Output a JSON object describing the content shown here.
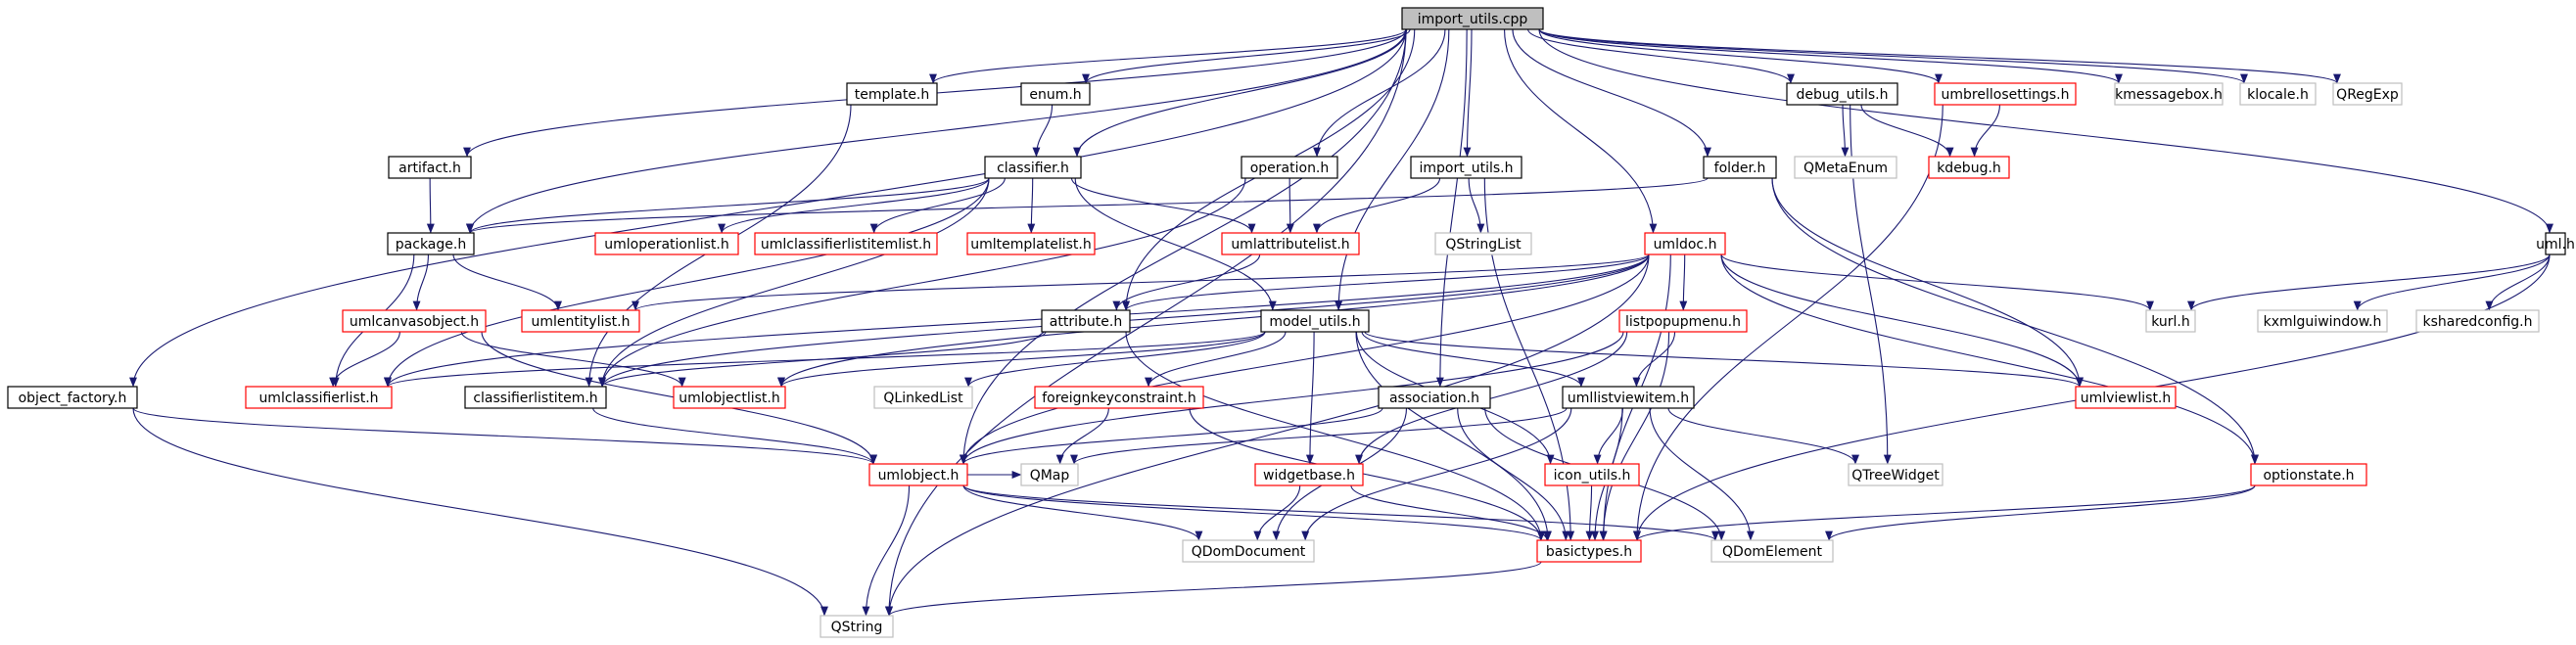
{
  "graph": {
    "root": "import_utils.cpp",
    "colors": {
      "root_fill": "#bfbfbf",
      "local_border": "#000000",
      "incomplete_border": "#ff0000",
      "system_border": "#bfbfbf",
      "edge": "#191970"
    },
    "nodes": [
      {
        "id": "import_utils_cpp",
        "label": "import_utils.cpp",
        "kind": "root"
      },
      {
        "id": "template_h",
        "label": "template.h",
        "kind": "local"
      },
      {
        "id": "enum_h",
        "label": "enum.h",
        "kind": "local"
      },
      {
        "id": "debug_utils_h",
        "label": "debug_utils.h",
        "kind": "local"
      },
      {
        "id": "umbrellosettings_h",
        "label": "umbrellosettings.h",
        "kind": "incomplete"
      },
      {
        "id": "kmessagebox_h",
        "label": "kmessagebox.h",
        "kind": "system"
      },
      {
        "id": "klocale_h",
        "label": "klocale.h",
        "kind": "system"
      },
      {
        "id": "qregexp",
        "label": "QRegExp",
        "kind": "system"
      },
      {
        "id": "artifact_h",
        "label": "artifact.h",
        "kind": "local"
      },
      {
        "id": "classifier_h",
        "label": "classifier.h",
        "kind": "local"
      },
      {
        "id": "operation_h",
        "label": "operation.h",
        "kind": "local"
      },
      {
        "id": "import_utils_h",
        "label": "import_utils.h",
        "kind": "local"
      },
      {
        "id": "folder_h",
        "label": "folder.h",
        "kind": "local"
      },
      {
        "id": "qmetaenum",
        "label": "QMetaEnum",
        "kind": "system"
      },
      {
        "id": "kdebug_h",
        "label": "kdebug.h",
        "kind": "incomplete"
      },
      {
        "id": "package_h",
        "label": "package.h",
        "kind": "local"
      },
      {
        "id": "umloperationlist_h",
        "label": "umloperationlist.h",
        "kind": "incomplete"
      },
      {
        "id": "umlclassifierlistitemlist_h",
        "label": "umlclassifierlistitemlist.h",
        "kind": "incomplete"
      },
      {
        "id": "umltemplatelist_h",
        "label": "umltemplatelist.h",
        "kind": "incomplete"
      },
      {
        "id": "umlattributelist_h",
        "label": "umlattributelist.h",
        "kind": "incomplete"
      },
      {
        "id": "qstringlist",
        "label": "QStringList",
        "kind": "system"
      },
      {
        "id": "umldoc_h",
        "label": "umldoc.h",
        "kind": "incomplete"
      },
      {
        "id": "uml_h",
        "label": "uml.h",
        "kind": "local"
      },
      {
        "id": "umlcanvasobject_h",
        "label": "umlcanvasobject.h",
        "kind": "incomplete"
      },
      {
        "id": "umlentitylist_h",
        "label": "umlentitylist.h",
        "kind": "incomplete"
      },
      {
        "id": "attribute_h",
        "label": "attribute.h",
        "kind": "local"
      },
      {
        "id": "model_utils_h",
        "label": "model_utils.h",
        "kind": "local"
      },
      {
        "id": "listpopupmenu_h",
        "label": "listpopupmenu.h",
        "kind": "incomplete"
      },
      {
        "id": "kurl_h",
        "label": "kurl.h",
        "kind": "system"
      },
      {
        "id": "kxmlguiwindow_h",
        "label": "kxmlguiwindow.h",
        "kind": "system"
      },
      {
        "id": "ksharedconfig_h",
        "label": "ksharedconfig.h",
        "kind": "system"
      },
      {
        "id": "object_factory_h",
        "label": "object_factory.h",
        "kind": "local"
      },
      {
        "id": "umlclassifierlist_h",
        "label": "umlclassifierlist.h",
        "kind": "incomplete"
      },
      {
        "id": "classifierlistitem_h",
        "label": "classifierlistitem.h",
        "kind": "local"
      },
      {
        "id": "umlobjectlist_h",
        "label": "umlobjectlist.h",
        "kind": "incomplete"
      },
      {
        "id": "qlinkedlist",
        "label": "QLinkedList",
        "kind": "system"
      },
      {
        "id": "foreignkeyconstraint_h",
        "label": "foreignkeyconstraint.h",
        "kind": "incomplete"
      },
      {
        "id": "association_h",
        "label": "association.h",
        "kind": "local"
      },
      {
        "id": "umllistviewitem_h",
        "label": "umllistviewitem.h",
        "kind": "local"
      },
      {
        "id": "umlviewlist_h",
        "label": "umlviewlist.h",
        "kind": "incomplete"
      },
      {
        "id": "umlobject_h",
        "label": "umlobject.h",
        "kind": "incomplete"
      },
      {
        "id": "qmap",
        "label": "QMap",
        "kind": "system"
      },
      {
        "id": "widgetbase_h",
        "label": "widgetbase.h",
        "kind": "incomplete"
      },
      {
        "id": "icon_utils_h",
        "label": "icon_utils.h",
        "kind": "incomplete"
      },
      {
        "id": "qtreewidget",
        "label": "QTreeWidget",
        "kind": "system"
      },
      {
        "id": "optionstate_h",
        "label": "optionstate.h",
        "kind": "incomplete"
      },
      {
        "id": "qdomdocument",
        "label": "QDomDocument",
        "kind": "system"
      },
      {
        "id": "basictypes_h",
        "label": "basictypes.h",
        "kind": "incomplete"
      },
      {
        "id": "qdomelement",
        "label": "QDomElement",
        "kind": "system"
      },
      {
        "id": "qstring",
        "label": "QString",
        "kind": "system"
      }
    ],
    "edges": [
      [
        "import_utils_cpp",
        "object_factory_h"
      ],
      [
        "import_utils_cpp",
        "umlobject_h"
      ],
      [
        "import_utils_cpp",
        "package_h"
      ],
      [
        "import_utils_cpp",
        "artifact_h"
      ],
      [
        "import_utils_cpp",
        "template_h"
      ],
      [
        "import_utils_cpp",
        "enum_h"
      ],
      [
        "import_utils_cpp",
        "classifier_h"
      ],
      [
        "import_utils_cpp",
        "operation_h"
      ],
      [
        "import_utils_cpp",
        "attribute_h"
      ],
      [
        "import_utils_cpp",
        "import_utils_h"
      ],
      [
        "import_utils_cpp",
        "model_utils_h"
      ],
      [
        "import_utils_cpp",
        "association_h"
      ],
      [
        "import_utils_cpp",
        "folder_h"
      ],
      [
        "import_utils_cpp",
        "umldoc_h"
      ],
      [
        "import_utils_cpp",
        "debug_utils_h"
      ],
      [
        "import_utils_cpp",
        "umbrellosettings_h"
      ],
      [
        "import_utils_cpp",
        "uml_h"
      ],
      [
        "import_utils_cpp",
        "kmessagebox_h"
      ],
      [
        "import_utils_cpp",
        "klocale_h"
      ],
      [
        "import_utils_cpp",
        "qregexp"
      ],
      [
        "import_utils_cpp",
        "qstring"
      ],
      [
        "template_h",
        "classifierlistitem_h"
      ],
      [
        "enum_h",
        "classifier_h"
      ],
      [
        "artifact_h",
        "package_h"
      ],
      [
        "classifier_h",
        "package_h"
      ],
      [
        "classifier_h",
        "umloperationlist_h"
      ],
      [
        "classifier_h",
        "umlclassifierlistitemlist_h"
      ],
      [
        "classifier_h",
        "umltemplatelist_h"
      ],
      [
        "classifier_h",
        "umlattributelist_h"
      ],
      [
        "classifier_h",
        "model_utils_h"
      ],
      [
        "classifier_h",
        "classifierlistitem_h"
      ],
      [
        "classifier_h",
        "umlclassifierlist_h"
      ],
      [
        "operation_h",
        "umlattributelist_h"
      ],
      [
        "operation_h",
        "classifierlistitem_h"
      ],
      [
        "import_utils_h",
        "umlattributelist_h"
      ],
      [
        "import_utils_h",
        "qstringlist"
      ],
      [
        "import_utils_h",
        "basictypes_h"
      ],
      [
        "folder_h",
        "package_h"
      ],
      [
        "folder_h",
        "umlviewlist_h"
      ],
      [
        "folder_h",
        "optionstate_h"
      ],
      [
        "debug_utils_h",
        "qmetaenum"
      ],
      [
        "debug_utils_h",
        "kdebug_h"
      ],
      [
        "debug_utils_h",
        "qtreewidget"
      ],
      [
        "umbrellosettings_h",
        "kdebug_h"
      ],
      [
        "umbrellosettings_h",
        "basictypes_h"
      ],
      [
        "package_h",
        "umlcanvasobject_h"
      ],
      [
        "package_h",
        "umlentitylist_h"
      ],
      [
        "package_h",
        "umlclassifierlist_h"
      ],
      [
        "umlattributelist_h",
        "attribute_h"
      ],
      [
        "umldoc_h",
        "umlentitylist_h"
      ],
      [
        "umldoc_h",
        "umlclassifierlist_h"
      ],
      [
        "umldoc_h",
        "attribute_h"
      ],
      [
        "umldoc_h",
        "classifierlistitem_h"
      ],
      [
        "umldoc_h",
        "umlobjectlist_h"
      ],
      [
        "umldoc_h",
        "listpopupmenu_h"
      ],
      [
        "umldoc_h",
        "kurl_h"
      ],
      [
        "umldoc_h",
        "umlviewlist_h"
      ],
      [
        "umldoc_h",
        "optionstate_h"
      ],
      [
        "umldoc_h",
        "basictypes_h"
      ],
      [
        "umldoc_h",
        "qstring"
      ],
      [
        "umldoc_h",
        "umlobject_h"
      ],
      [
        "uml_h",
        "kurl_h"
      ],
      [
        "uml_h",
        "kxmlguiwindow_h"
      ],
      [
        "uml_h",
        "ksharedconfig_h"
      ],
      [
        "uml_h",
        "basictypes_h"
      ],
      [
        "umlcanvasobject_h",
        "umlclassifierlist_h"
      ],
      [
        "umlcanvasobject_h",
        "umlobjectlist_h"
      ],
      [
        "umlcanvasobject_h",
        "umlobject_h"
      ],
      [
        "attribute_h",
        "classifierlistitem_h"
      ],
      [
        "attribute_h",
        "basictypes_h"
      ],
      [
        "model_utils_h",
        "umlobjectlist_h"
      ],
      [
        "model_utils_h",
        "qlinkedlist"
      ],
      [
        "model_utils_h",
        "foreignkeyconstraint_h"
      ],
      [
        "model_utils_h",
        "umllistviewitem_h"
      ],
      [
        "model_utils_h",
        "umlviewlist_h"
      ],
      [
        "model_utils_h",
        "widgetbase_h"
      ],
      [
        "model_utils_h",
        "icon_utils_h"
      ],
      [
        "model_utils_h",
        "basictypes_h"
      ],
      [
        "model_utils_h",
        "umlclassifierlist_h"
      ],
      [
        "listpopupmenu_h",
        "umllistviewitem_h"
      ],
      [
        "listpopupmenu_h",
        "widgetbase_h"
      ],
      [
        "listpopupmenu_h",
        "basictypes_h"
      ],
      [
        "listpopupmenu_h",
        "umlobject_h"
      ],
      [
        "object_factory_h",
        "umlobject_h"
      ],
      [
        "object_factory_h",
        "qstring"
      ],
      [
        "classifierlistitem_h",
        "umlobject_h"
      ],
      [
        "foreignkeyconstraint_h",
        "qmap"
      ],
      [
        "foreignkeyconstraint_h",
        "basictypes_h"
      ],
      [
        "association_h",
        "umlobject_h"
      ],
      [
        "association_h",
        "qdomdocument"
      ],
      [
        "association_h",
        "basictypes_h"
      ],
      [
        "association_h",
        "qdomelement"
      ],
      [
        "umllistviewitem_h",
        "qmap"
      ],
      [
        "umllistviewitem_h",
        "icon_utils_h"
      ],
      [
        "umllistviewitem_h",
        "qtreewidget"
      ],
      [
        "umllistviewitem_h",
        "qdomdocument"
      ],
      [
        "umllistviewitem_h",
        "basictypes_h"
      ],
      [
        "umllistviewitem_h",
        "qdomelement"
      ],
      [
        "umlobject_h",
        "qmap"
      ],
      [
        "umlobject_h",
        "qdomdocument"
      ],
      [
        "umlobject_h",
        "basictypes_h"
      ],
      [
        "umlobject_h",
        "qdomelement"
      ],
      [
        "umlobject_h",
        "qstring"
      ],
      [
        "widgetbase_h",
        "qdomdocument"
      ],
      [
        "widgetbase_h",
        "basictypes_h"
      ],
      [
        "icon_utils_h",
        "basictypes_h"
      ],
      [
        "optionstate_h",
        "basictypes_h"
      ],
      [
        "optionstate_h",
        "qdomelement"
      ],
      [
        "basictypes_h",
        "qstring"
      ]
    ]
  }
}
